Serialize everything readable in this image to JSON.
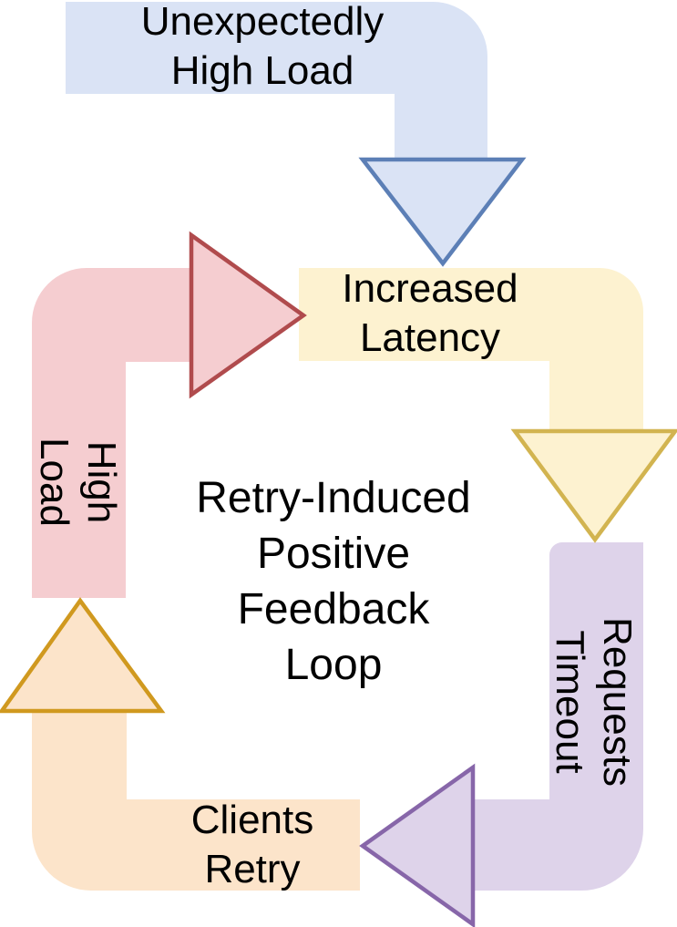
{
  "colors": {
    "background": "#ffffff",
    "text": "#000000",
    "blue_fill": "#dae3f5",
    "blue_stroke": "#5c7fb6",
    "yellow_fill": "#fdf2d0",
    "yellow_stroke": "#d2b450",
    "purple_fill": "#ded3ea",
    "purple_stroke": "#8766a9",
    "orange_fill": "#fce4ca",
    "orange_stroke": "#d0991f",
    "pink_fill": "#f5cdd0",
    "pink_stroke": "#b04b4d"
  },
  "diagram": {
    "center_label": "Retry-Induced\nPositive\nFeedback\nLoop",
    "trigger": {
      "label": "Unexpectedly\nHigh Load"
    },
    "steps": [
      {
        "label": "Increased\nLatency"
      },
      {
        "label": "Requests\nTimeout"
      },
      {
        "label": "Clients\nRetry"
      },
      {
        "label": "High\nLoad"
      }
    ]
  }
}
